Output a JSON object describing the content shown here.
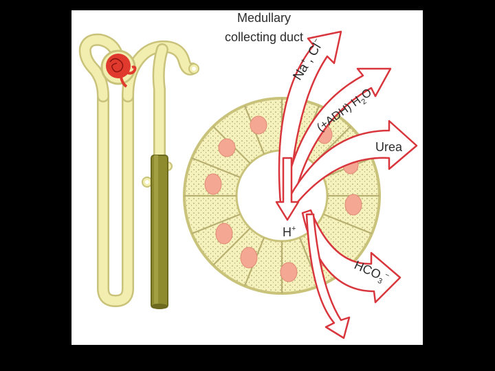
{
  "diagram": {
    "title_line1": "Medullary",
    "title_line2": "collecting duct",
    "arrows": {
      "sodium": {
        "ion1": "Na",
        "sup1": "+",
        "sep": ", ",
        "ion2": "Cl",
        "sup2": "−"
      },
      "water": {
        "prefix": "(+ADH) H",
        "sub": "2",
        "suffix": "O"
      },
      "urea": {
        "label": "Urea"
      },
      "proton": {
        "ion": "H",
        "sup": "+"
      },
      "bicarbonate": {
        "base": "HCO",
        "sub": "3",
        "sup": "−"
      }
    },
    "colors": {
      "tubule_fill": "#f2eeb0",
      "tubule_stroke": "#c9c27a",
      "collecting_duct": "#8e8a2e",
      "glomerulus": "#e03a2e",
      "nucleus": "#f4a894",
      "arrow_fill": "#ffffff",
      "arrow_stroke": "#d8363c"
    }
  }
}
